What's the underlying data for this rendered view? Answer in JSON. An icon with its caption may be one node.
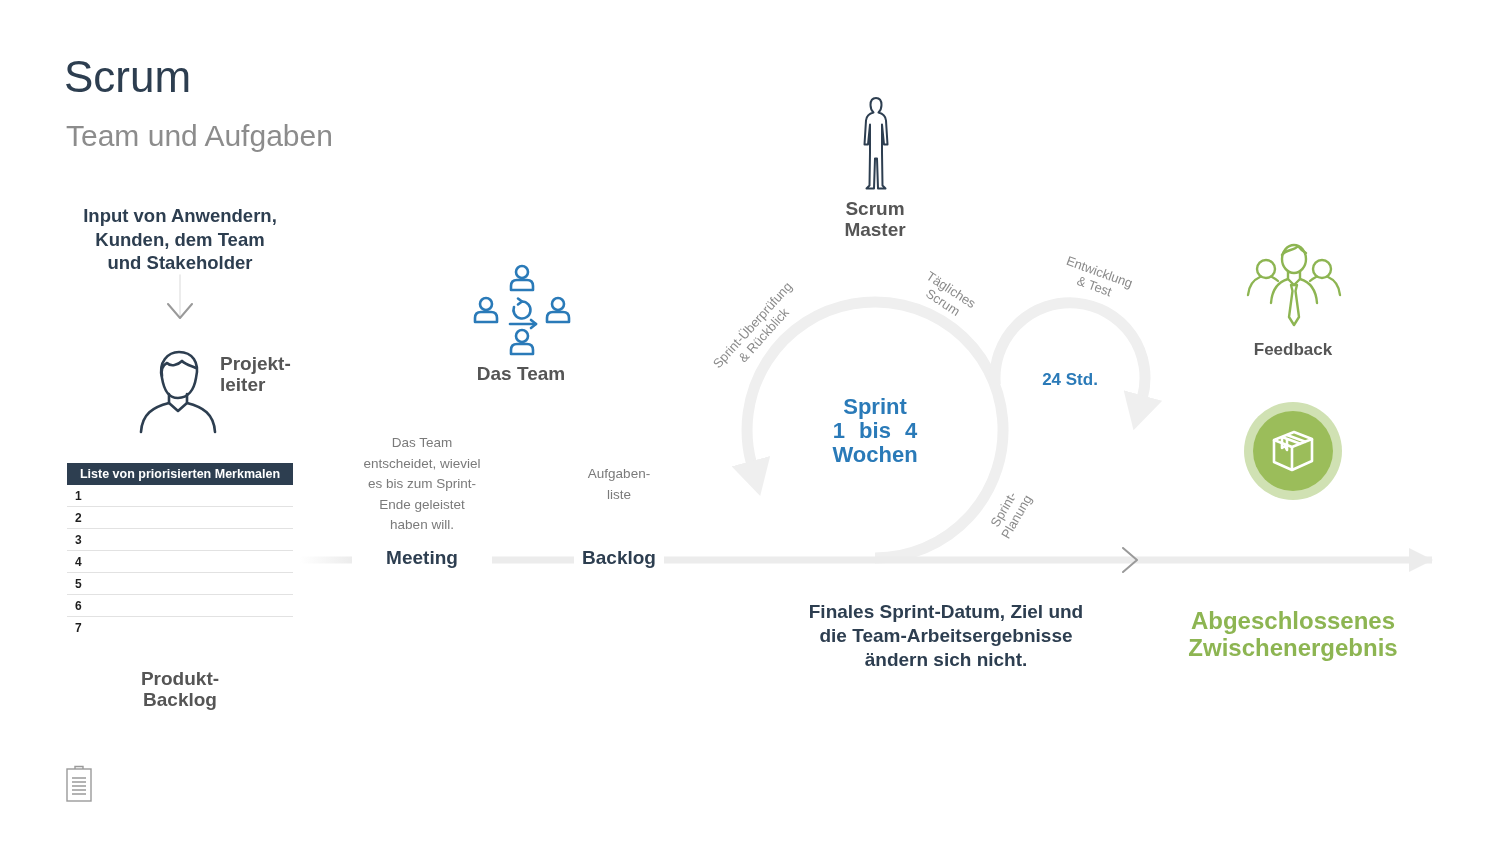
{
  "diagram": {
    "title": "Scrum",
    "nodes": [
      {
        "text": [
          "Input von Anwendern, Kunden, dem Team und Stakeholder"
        ]
      },
      {
        "text": [
          "Projekt-leiter"
        ]
      },
      {
        "text": [
          "Meeting"
        ],
        "beside": [
          "Das Team entscheidet, wieviel es bis zum Sprint-Ende geleistet haben will."
        ]
      },
      {
        "text": [
          "Backlog"
        ],
        "beside": [
          "Aufgaben-liste"
        ]
      }
    ],
    "edges": [
      {
        "from": 0,
        "to": 1,
        "arrow": "to"
      },
      {
        "from": null,
        "to": 2,
        "arrow": "none"
      },
      {
        "from": 2,
        "to": 3,
        "arrow": "none"
      },
      {
        "from": 3,
        "to": null,
        "arrow": "to"
      }
    ],
    "labels": [
      "Team und Aufgaben",
      "Scrum Master",
      "Tägliches Scrum",
      "Entwicklung & Test",
      "Sprint-Überprüfung & Rückblick",
      "Das Team",
      "Feedback",
      "24 Std.",
      "Sprint 1 bis 4 Wochen",
      "Liste von priorisierten Merkmalen",
      "1",
      "2",
      "3",
      "4",
      "5",
      "6",
      "7",
      "Sprint-Planung",
      "Finales Sprint-Datum, Ziel und die Team-Arbeitsergebnisse ändern sich nicht.",
      "Abgeschlossenes Zwischenergebnis",
      "Produkt-Backlog"
    ]
  }
}
